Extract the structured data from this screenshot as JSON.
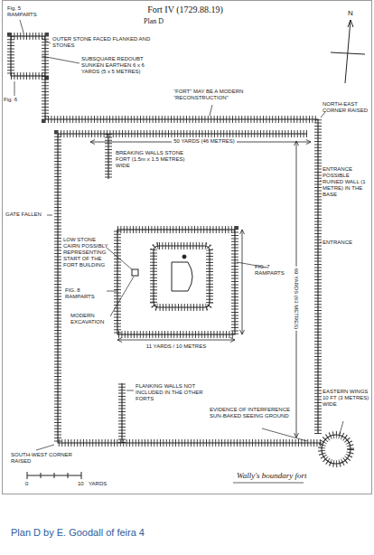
{
  "diagram": {
    "title": "Fort IV (1729.88.19)",
    "caption": "Plan D by E. Goodall of feira 4",
    "labels": [
      "Plan D",
      "Fig. 5 RAMPARTS",
      "OUTER STONE FACED FLANKED AND STONES",
      "Fig. 6",
      "SUBSQUARE REDOUBT SUNKEN EARTHEN 6 x 6 YARDS (5 x 5 METRES)",
      "“FORT” MAY BE A MODERN “RECONSTRUCTION”",
      "NORTH-EAST CORNER RAISED",
      "50 YARDS (46 METRES)",
      "BREAKING WALLS STONE FORT (1.5m x 1.5 METRES) WIDE",
      "ENTRANCE POSSIBLE RUINED WALL (1 METRE) IN THE BASE",
      "GATE FALLEN",
      "ENTRANCE",
      "FIG. 7 RAMPARTS",
      "FIG. 8 RAMPARTS",
      "LOW STONE CAIRN POSSIBLY REPRESENTING START OF THE FORT BUILDING",
      "MODERN EXCAVATION",
      "11 YARDS / 10 METRES",
      "69 YARDS (63 METRES)",
      "FLANKING WALLS NOT INCLUDED IN THE OTHER FORTS",
      "EVIDENCE OF INTERFERENCE SUN-BAKED SEEING GROUND",
      "EASTERN WINGS 10 FT (3 METRES) WIDE",
      "SOUTH-WEST CORNER RAISED",
      "0",
      "10",
      "YARDS",
      "Wally's boundary fort",
      "N"
    ]
  }
}
